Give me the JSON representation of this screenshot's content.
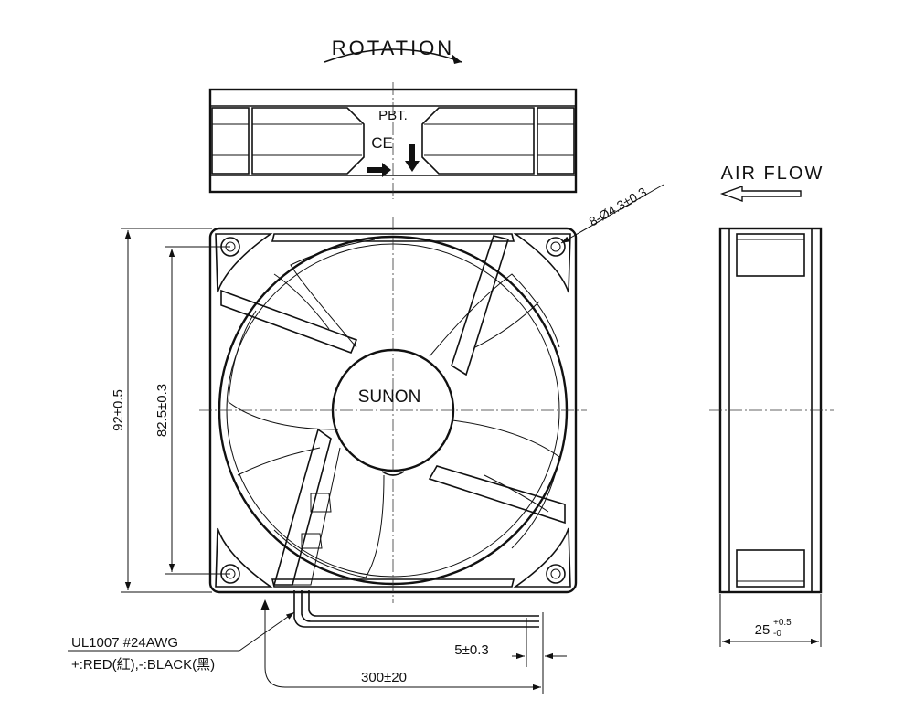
{
  "labels": {
    "rotation": "ROTATION",
    "air_flow": "AIR FLOW",
    "material": "PBT.",
    "ce_mark": "CE",
    "brand": "SUNON",
    "hole_spec": "8-Ø4.3±0.3",
    "wire_spec": "UL1007  #24AWG",
    "wire_colors": "+:RED(紅),-:BLACK(黑)"
  },
  "dimensions": {
    "overall_size": "92±0.5",
    "hole_pitch": "82.5±0.3",
    "strip_length": "5±0.3",
    "lead_length": "300±20",
    "thickness_base": "25",
    "thickness_plus": "+0.5",
    "thickness_minus": "-0"
  },
  "icons": [
    "arrow-right-icon",
    "arrow-down-icon",
    "ce-mark-icon"
  ]
}
